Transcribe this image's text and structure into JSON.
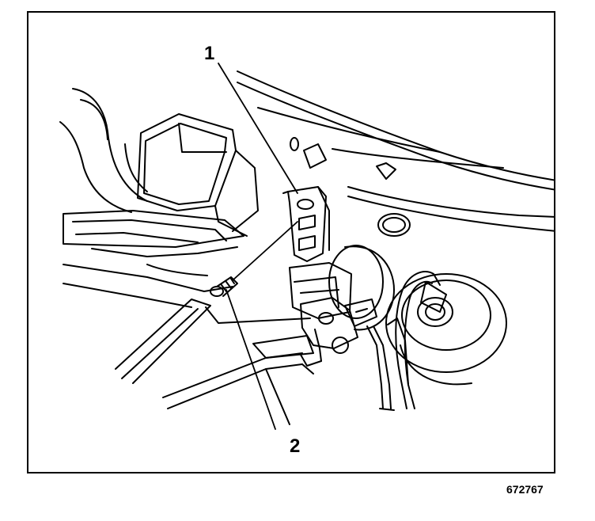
{
  "callouts": [
    {
      "label": "1"
    },
    {
      "label": "2"
    }
  ],
  "figure_id": "672767",
  "colors": {
    "ink": "#000000",
    "paper": "#ffffff"
  }
}
